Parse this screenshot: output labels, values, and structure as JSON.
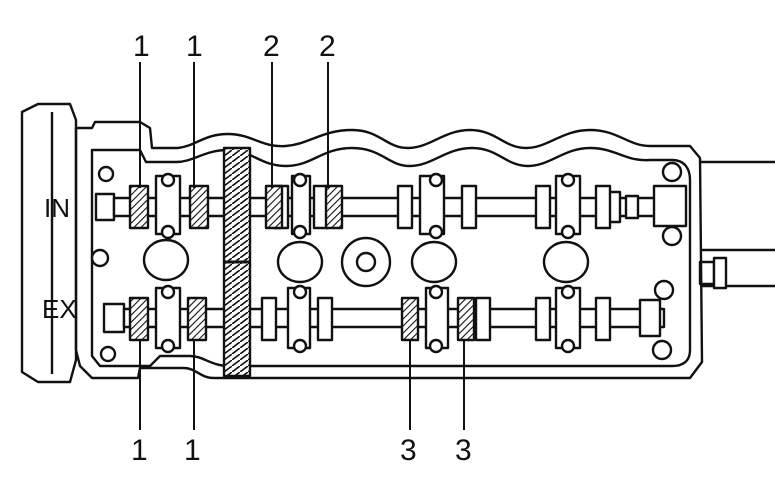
{
  "labels": {
    "intake": "IN",
    "exhaust": "EX",
    "top_callouts": [
      "1",
      "1",
      "2",
      "2"
    ],
    "bottom_callouts": [
      "1",
      "1",
      "3",
      "3"
    ]
  },
  "colors": {
    "ink": "#111111",
    "paper": "#ffffff"
  }
}
